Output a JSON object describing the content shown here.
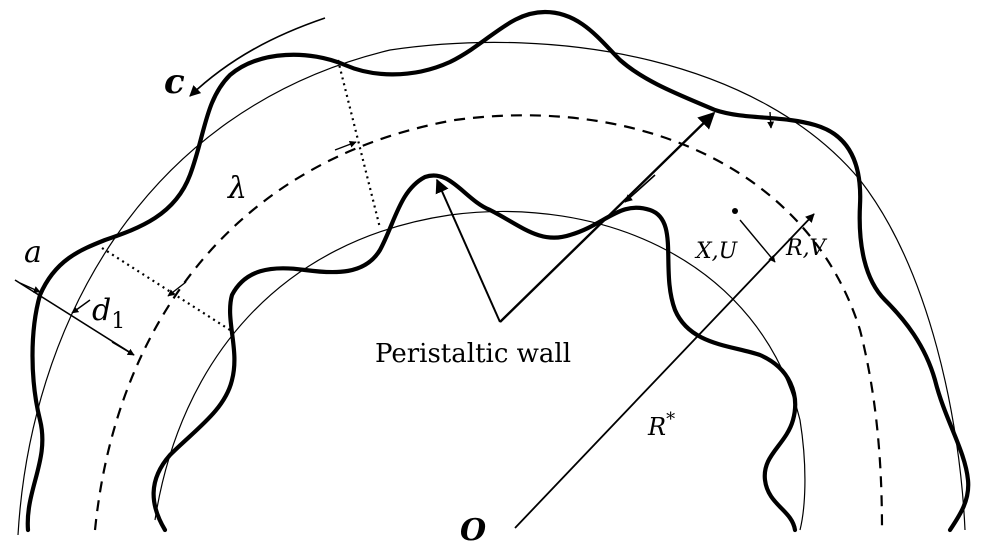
{
  "labels": {
    "c": "c",
    "lambda": "λ",
    "a": "a",
    "d1_base": "d",
    "d1_sub": "1",
    "wall": "Peristaltic wall",
    "xu": "X,U",
    "rv": "R,V",
    "r_star_base": "R",
    "r_star_sup": "*",
    "origin": "O"
  },
  "colors": {
    "ink": "#000000",
    "background": "#ffffff"
  }
}
